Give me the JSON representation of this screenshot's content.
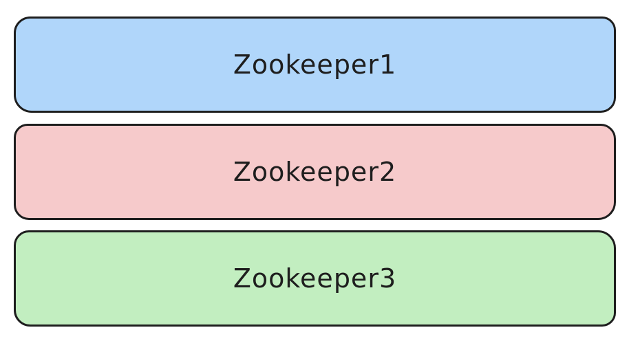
{
  "nodes": [
    {
      "label": "Zookeeper1",
      "fill": "#b0d6fa"
    },
    {
      "label": "Zookeeper2",
      "fill": "#f6cacb"
    },
    {
      "label": "Zookeeper3",
      "fill": "#c2eec0"
    }
  ],
  "colors": {
    "stroke": "#1e1e1e",
    "background": "#ffffff"
  }
}
